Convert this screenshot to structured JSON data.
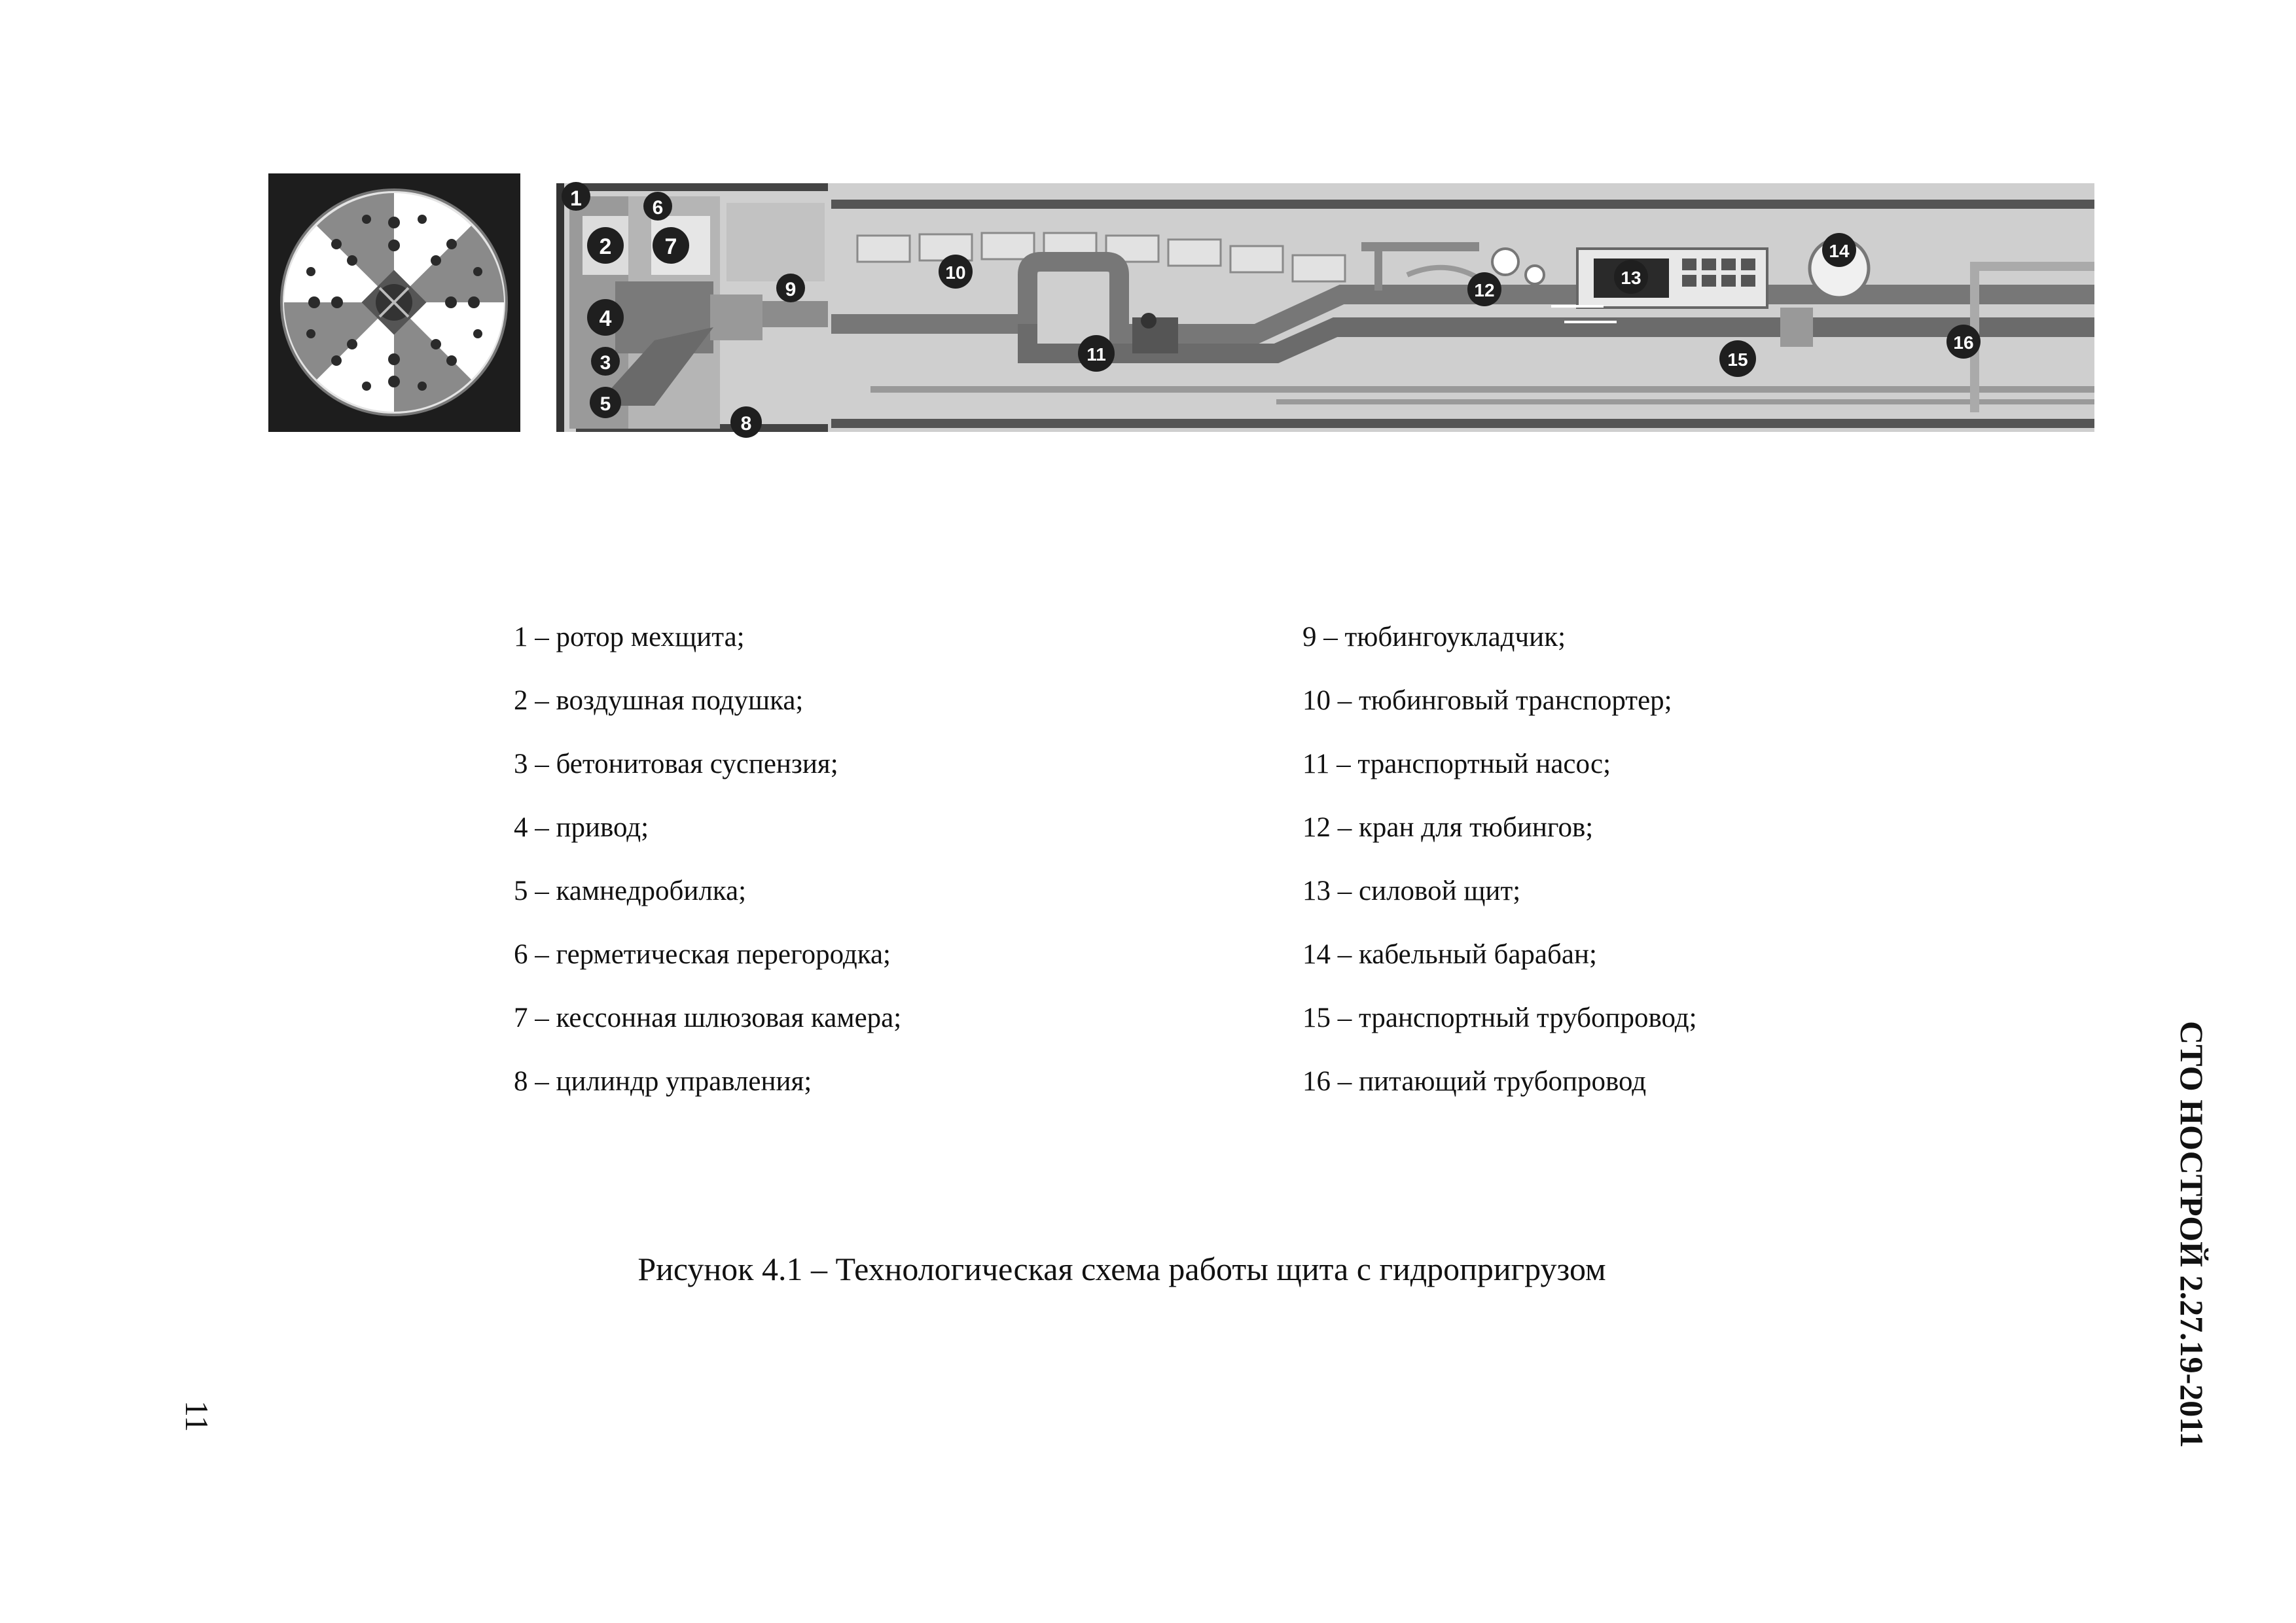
{
  "figure": {
    "markers": [
      "1",
      "2",
      "3",
      "4",
      "5",
      "6",
      "7",
      "8",
      "9",
      "10",
      "11",
      "12",
      "13",
      "14",
      "15",
      "16"
    ]
  },
  "legend": {
    "left": [
      "1 – ротор мехщита;",
      "2 – воздушная подушка;",
      "3 – бетонитовая суспензия;",
      "4 – привод;",
      "5 – камнедробилка;",
      "6 – герметическая перегородка;",
      "7 – кессонная шлюзовая камера;",
      "8 – цилиндр управления;"
    ],
    "right": [
      "9 – тюбингоукладчик;",
      "10 – тюбинговый транспортер;",
      "11 – транспортный насос;",
      "12 – кран для тюбингов;",
      "13 – силовой щит;",
      "14 – кабельный барабан;",
      "15 – транспортный трубопровод;",
      "16 – питающий трубопровод"
    ]
  },
  "caption": "Рисунок 4.1 – Технологическая схема работы щита с гидропригрузом",
  "side_header": "СТО НОСТРОЙ 2.27.19-2011",
  "page_number": "11"
}
